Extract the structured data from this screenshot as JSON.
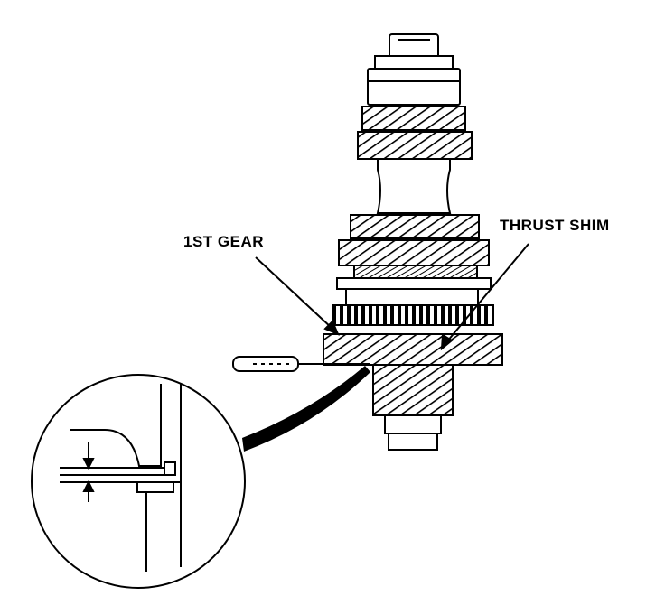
{
  "labels": {
    "first_gear": "1ST GEAR",
    "thrust_shim": "THRUST SHIM"
  },
  "icons": {
    "shaft": "gear-shaft-assembly",
    "feeler": "feeler-gauge-icon",
    "detail": "magnified-detail-circle"
  },
  "colors": {
    "ink": "#000000",
    "paper": "#ffffff"
  }
}
